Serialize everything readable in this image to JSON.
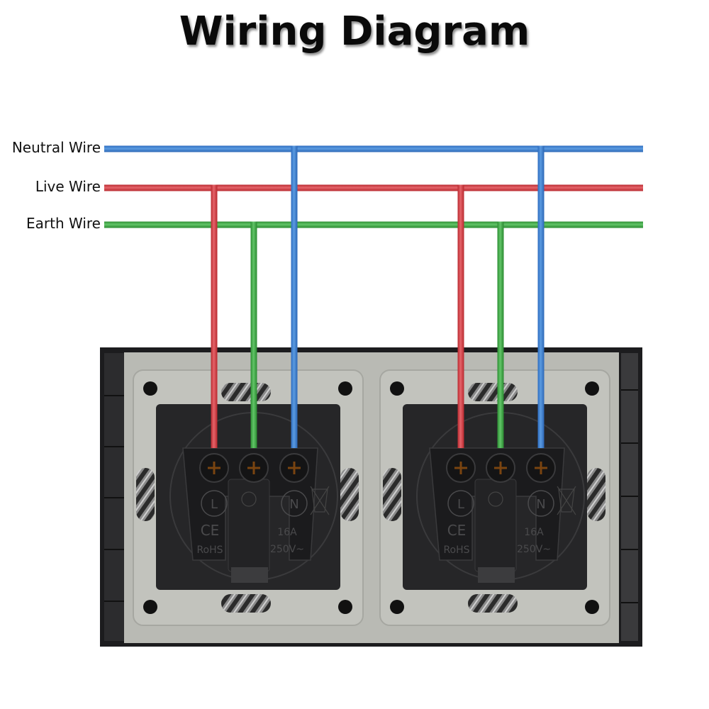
{
  "title": "Wiring Diagram",
  "wires": [
    {
      "id": "neutral",
      "label": "Neutral Wire",
      "color": "#3a7fd0",
      "terminal": "N"
    },
    {
      "id": "live",
      "label": "Live Wire",
      "color": "#d43a3f",
      "terminal": "L"
    },
    {
      "id": "earth",
      "label": "Earth Wire",
      "color": "#3aa83f",
      "terminal": "earth"
    }
  ],
  "sockets": [
    {
      "id": "socket-1",
      "terminals": [
        "L",
        "earth",
        "N"
      ],
      "markings": {
        "live": "L",
        "neutral": "N",
        "cert": "CE",
        "compliance": "RoHS",
        "current": "16A",
        "voltage": "250V~"
      }
    },
    {
      "id": "socket-2",
      "terminals": [
        "L",
        "earth",
        "N"
      ],
      "markings": {
        "live": "L",
        "neutral": "N",
        "cert": "CE",
        "compliance": "RoHS",
        "current": "16A",
        "voltage": "250V~"
      }
    }
  ],
  "colors": {
    "frame": "#1c1c1e",
    "plate": "#b9bab4",
    "module": "#262628",
    "screw": "#e09a3a"
  }
}
